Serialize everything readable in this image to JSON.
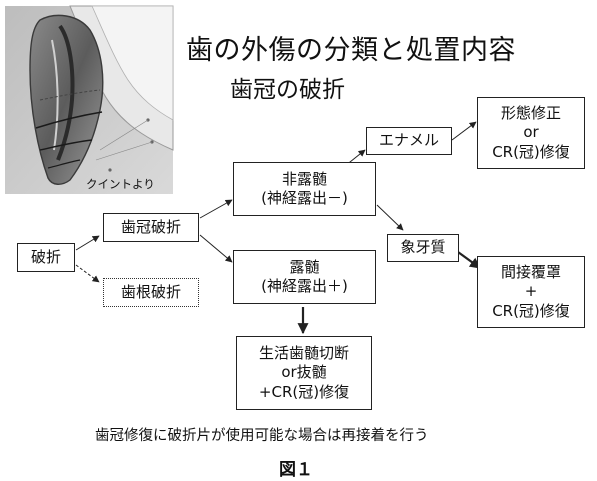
{
  "title": "歯の外傷の分類と処置内容",
  "subtitle": "歯冠の破折",
  "illustration": {
    "credit": "クイントより"
  },
  "nodes": {
    "fracture": {
      "lines": [
        "破折"
      ]
    },
    "crown_fracture": {
      "lines": [
        "歯冠破折"
      ]
    },
    "root_fracture": {
      "lines": [
        "歯根破折"
      ]
    },
    "no_pulp_exposure": {
      "lines": [
        "非露髄",
        "(神経露出－)"
      ]
    },
    "pulp_exposure": {
      "lines": [
        "露髄",
        "(神経露出＋)"
      ]
    },
    "enamel": {
      "lines": [
        "エナメル"
      ]
    },
    "dentin": {
      "lines": [
        "象牙質"
      ]
    },
    "shape_repair": {
      "lines": [
        "形態修正",
        "or",
        "CR(冠)修復"
      ]
    },
    "indirect_pulp_capping": {
      "lines": [
        "間接覆罩",
        "+",
        "CR(冠)修復"
      ]
    },
    "pulpotomy": {
      "lines": [
        "生活歯髄切断",
        "or抜髄",
        "+CR(冠)修復"
      ]
    }
  },
  "note": "歯冠修復に破折片が使用可能な場合は再接着を行う",
  "figure_label": "図１"
}
